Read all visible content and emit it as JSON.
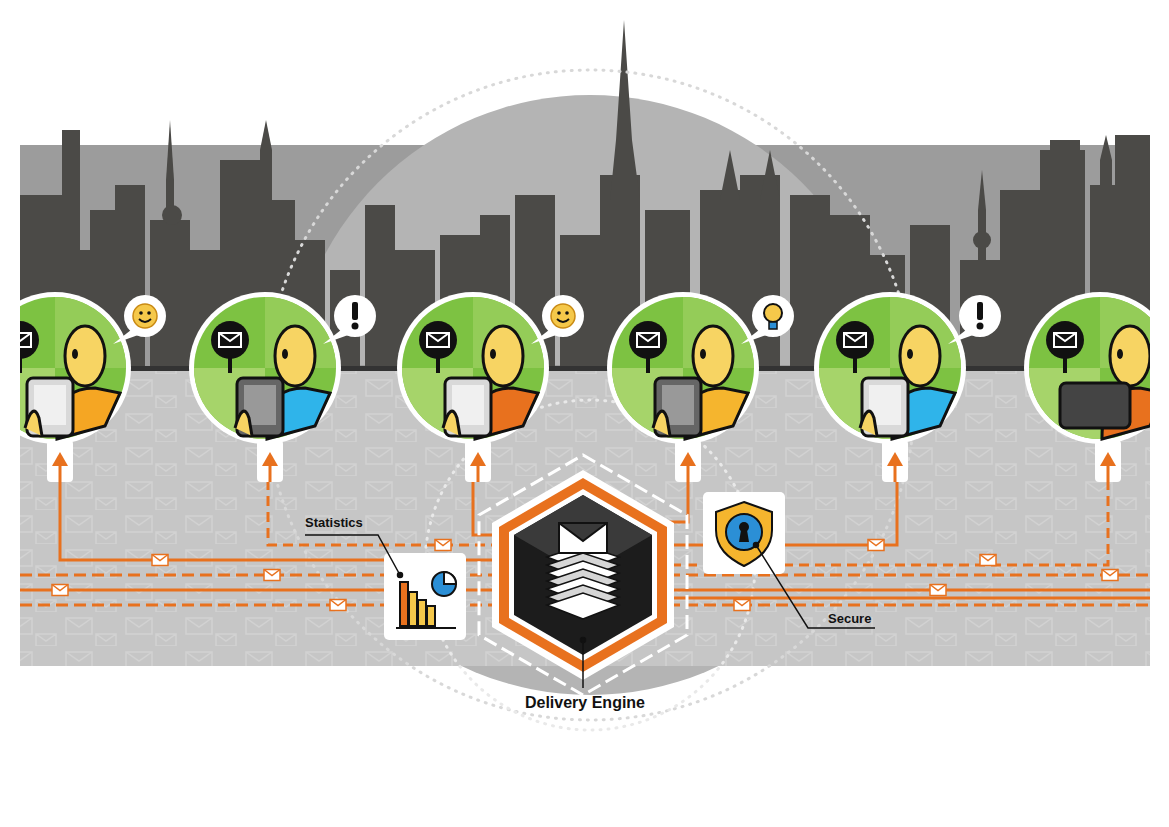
{
  "diagram": {
    "labels": [
      "Statistics",
      "Secure",
      "Delivery Engine"
    ]
  }
}
